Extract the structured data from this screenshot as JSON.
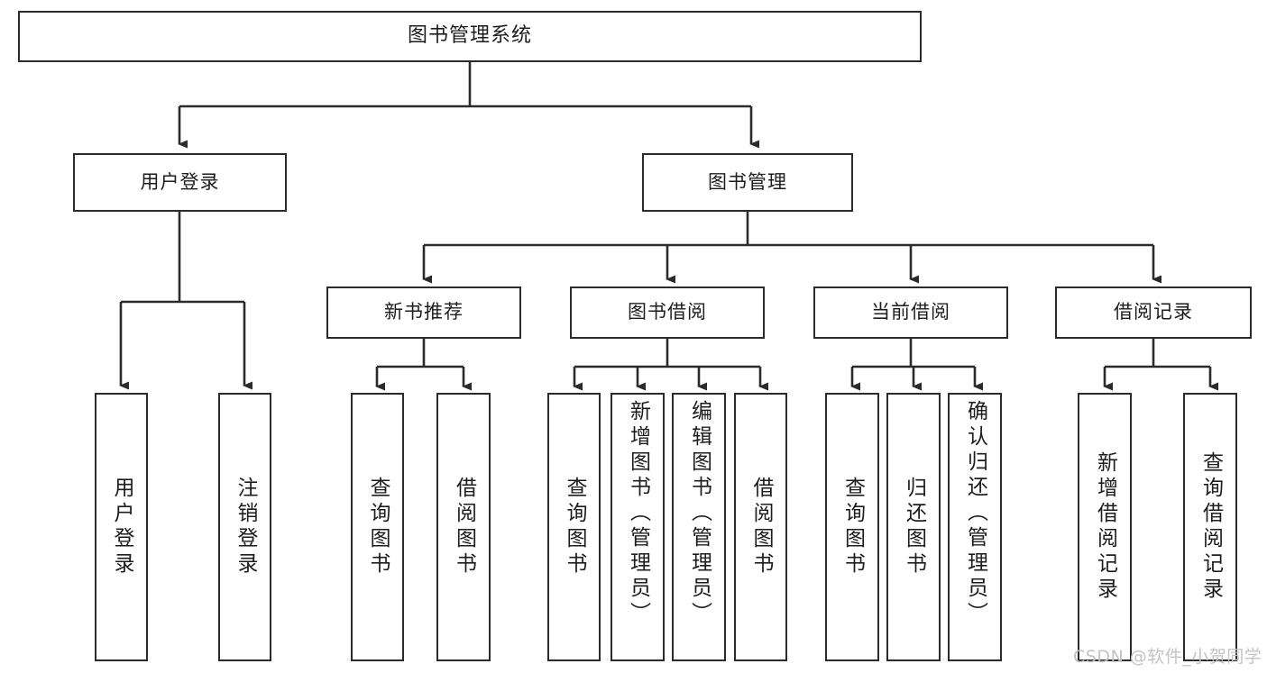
{
  "diagram": {
    "type": "tree",
    "title": "图书管理系统",
    "orientation": "top-down",
    "stroke_color": "#2b2b2b",
    "fill_color": "#ffffff",
    "text_color": "#1d1d1d",
    "levels": 4
  },
  "root": {
    "label": "图书管理系统"
  },
  "level2": [
    {
      "label": "用户登录"
    },
    {
      "label": "图书管理"
    }
  ],
  "level3": [
    {
      "label": "新书推荐"
    },
    {
      "label": "图书借阅"
    },
    {
      "label": "当前借阅"
    },
    {
      "label": "借阅记录"
    }
  ],
  "leaves": {
    "user_login": [
      {
        "label": "用户登录"
      },
      {
        "label": "注销登录"
      }
    ],
    "new_books": [
      {
        "label": "查询图书"
      },
      {
        "label": "借阅图书"
      }
    ],
    "borrow_books": [
      {
        "label": "查询图书"
      },
      {
        "label": "新增图书（管理员）"
      },
      {
        "label": "编辑图书（管理员）"
      },
      {
        "label": "借阅图书"
      }
    ],
    "current_borrow": [
      {
        "label": "查询图书"
      },
      {
        "label": "归还图书"
      },
      {
        "label": "确认归还（管理员）"
      }
    ],
    "borrow_records": [
      {
        "label": "新增借阅记录"
      },
      {
        "label": "查询借阅记录"
      }
    ]
  },
  "watermark": {
    "text": "CSDN @软件_小贺同学",
    "color": "#c3c3c3"
  }
}
